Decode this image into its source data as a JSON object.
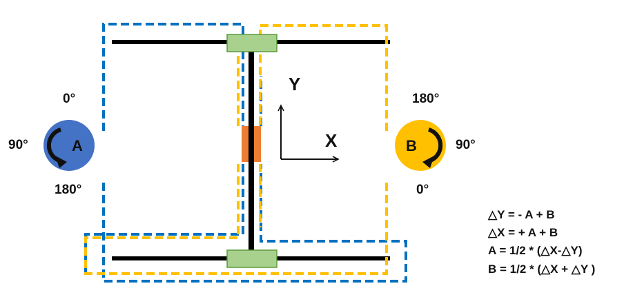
{
  "colors": {
    "background": "#ffffff",
    "belt_blue": "#0070c0",
    "belt_yellow": "#ffc000",
    "rail": "#000000",
    "carriage_green": "#a9d18e",
    "carriage_green_border": "#5b9b3c",
    "toolhead_orange": "#ed7d31",
    "motor_a": "#4472c4",
    "motor_b": "#ffc000",
    "arrow": "#111111"
  },
  "icons": {
    "motor_a_rotation": "curved-arrow-ccw-icon",
    "motor_b_rotation": "curved-arrow-cw-icon"
  },
  "motor_a": {
    "label": "A",
    "angle_top": "0°",
    "angle_left": "90°",
    "angle_bottom": "180°"
  },
  "motor_b": {
    "label": "B",
    "angle_top": "180°",
    "angle_right": "90°",
    "angle_bottom": "0°"
  },
  "axes": {
    "y_label": "Y",
    "x_label": "X"
  },
  "formulas": [
    "△Y = - A + B",
    "△X = + A + B",
    "A = 1/2 * (△X-△Y)",
    "B = 1/2 * (△X + △Y )"
  ]
}
